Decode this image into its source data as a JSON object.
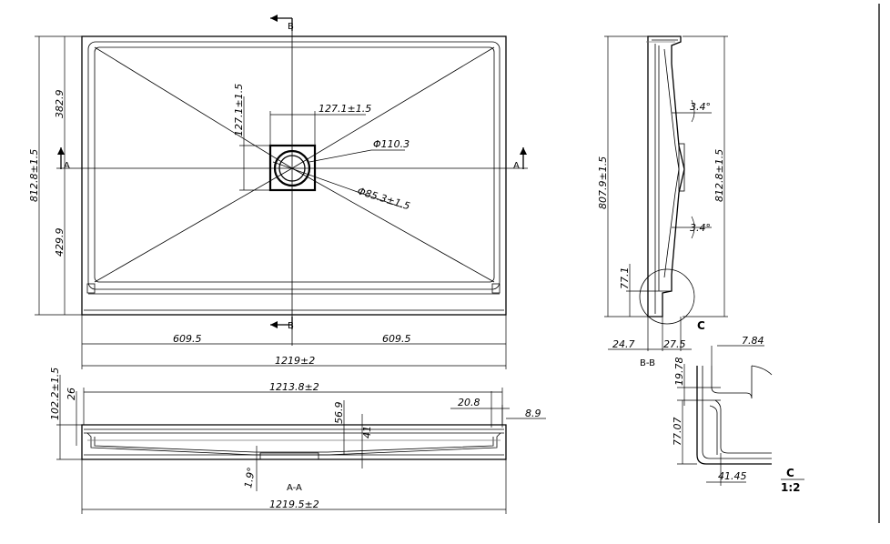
{
  "top_view": {
    "section_b_label": "B",
    "section_a_label": "A",
    "drain_width": "127.1±1.5",
    "drain_height": "127.1±1.5",
    "drain_outer_diameter": "Φ110.3",
    "drain_inner_diameter": "Φ85.3±1.5",
    "height_overall": "812.8±1.5",
    "height_upper": "382.9",
    "height_lower": "429.9",
    "width_left": "609.5",
    "width_right": "609.5",
    "width_overall": "1219±2"
  },
  "side_view_bb": {
    "title": "B-B",
    "inner_length": "807.9±1.5",
    "overall_length": "812.8±1.5",
    "slope_top": "3.4°",
    "slope_bottom": "3.4°",
    "lip_height": "77.1",
    "wall_left": "24.7",
    "wall_right": "27.5",
    "detail_marker": "C"
  },
  "section_aa": {
    "title": "A-A",
    "inner_length": "1213.8±2",
    "overall_height": "102.2±1.5",
    "rim_height": "26",
    "depth_center": "56.9",
    "depth_small": "41",
    "rim_width": "20.8",
    "edge_width": "8.9",
    "slope": "1.9°",
    "overall_length": "1219.5±2"
  },
  "detail_c": {
    "title_top": "C",
    "title_bottom": "1:2",
    "top_width": "7.84",
    "top_height": "19.78",
    "total_height": "77.07",
    "base_width": "41.45"
  }
}
